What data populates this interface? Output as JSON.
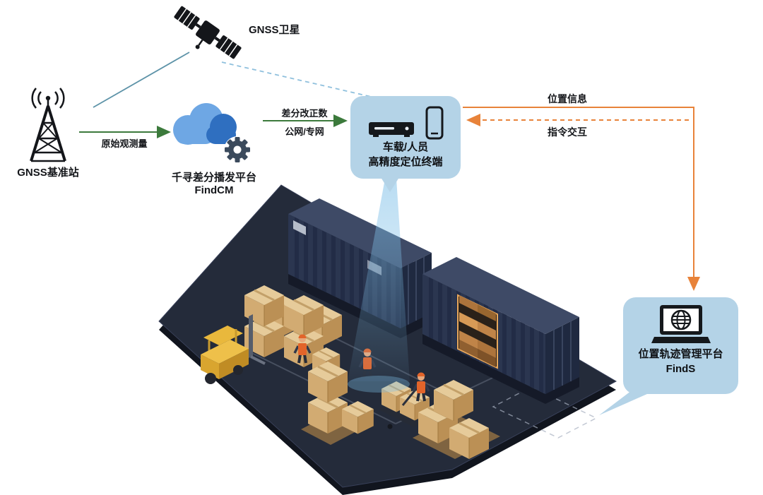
{
  "diagram": {
    "satellite": {
      "label": "GNSS卫星",
      "icon": "satellite-icon"
    },
    "base_station": {
      "label": "GNSS基准站",
      "icon": "antenna-tower-icon"
    },
    "cloud_platform": {
      "name": "千寻差分播发平台",
      "product": "FindCM",
      "icon": "cloud-gear-icon"
    },
    "terminal": {
      "line1": "车载/人员",
      "line2": "高精度定位终端",
      "icons": [
        "receiver-icon",
        "smartphone-icon"
      ]
    },
    "finds_platform": {
      "name": "位置轨迹管理平台",
      "product": "FindS",
      "icon": "laptop-globe-icon"
    },
    "flows": {
      "raw_observation": "原始观测量",
      "correction_line1": "差分改正数",
      "correction_line2": "公网/专网",
      "position_info": "位置信息",
      "command_interaction": "指令交互"
    },
    "colors": {
      "bubble_bg": "#b4d3e7",
      "green_arrow": "#3c7a3c",
      "orange_arrow": "#e8833a",
      "teal_link": "#5d93a8",
      "dashed_link": "#8fc0dd",
      "cloud_blue": "#3f87d2",
      "platform_dark": "#242b3a"
    }
  }
}
